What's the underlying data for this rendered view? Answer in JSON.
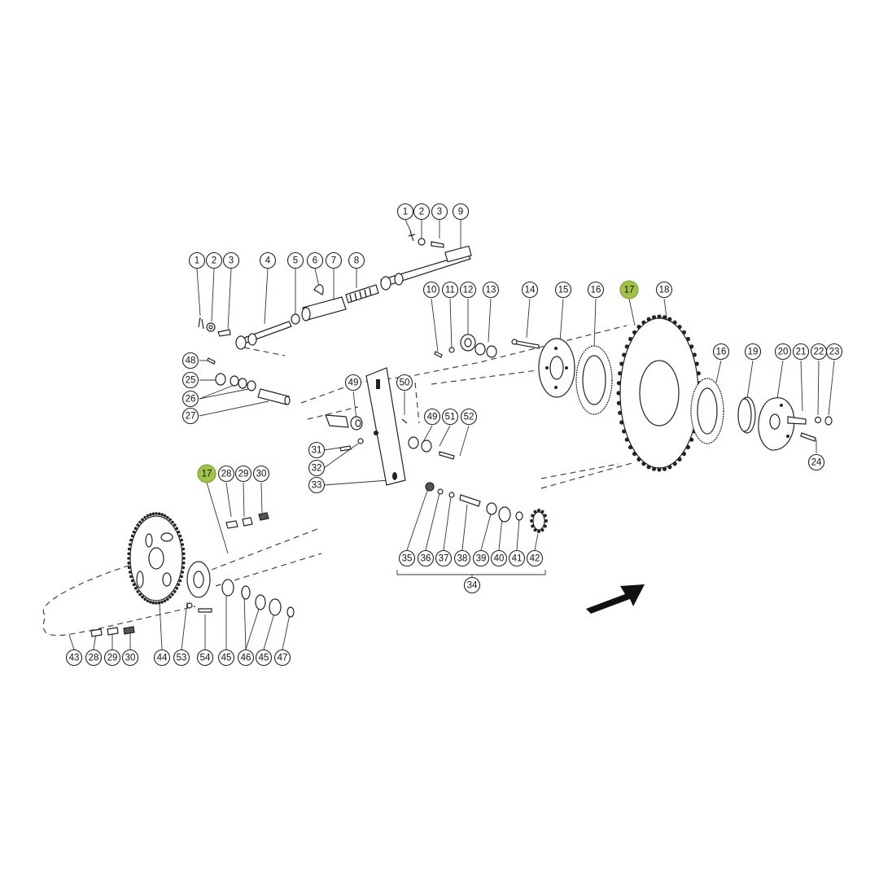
{
  "callouts": [
    {
      "id": "c1a",
      "label": "1",
      "highlight": false
    },
    {
      "id": "c2a",
      "label": "2",
      "highlight": false
    },
    {
      "id": "c3a",
      "label": "3",
      "highlight": false
    },
    {
      "id": "c9",
      "label": "9",
      "highlight": false
    },
    {
      "id": "c1b",
      "label": "1",
      "highlight": false
    },
    {
      "id": "c2b",
      "label": "2",
      "highlight": false
    },
    {
      "id": "c3b",
      "label": "3",
      "highlight": false
    },
    {
      "id": "c4",
      "label": "4",
      "highlight": false
    },
    {
      "id": "c5",
      "label": "5",
      "highlight": false
    },
    {
      "id": "c6",
      "label": "6",
      "highlight": false
    },
    {
      "id": "c7",
      "label": "7",
      "highlight": false
    },
    {
      "id": "c8",
      "label": "8",
      "highlight": false
    },
    {
      "id": "c10",
      "label": "10",
      "highlight": false
    },
    {
      "id": "c11",
      "label": "11",
      "highlight": false
    },
    {
      "id": "c12",
      "label": "12",
      "highlight": false
    },
    {
      "id": "c13",
      "label": "13",
      "highlight": false
    },
    {
      "id": "c14",
      "label": "14",
      "highlight": false
    },
    {
      "id": "c15",
      "label": "15",
      "highlight": false
    },
    {
      "id": "c16a",
      "label": "16",
      "highlight": false
    },
    {
      "id": "c17a",
      "label": "17",
      "highlight": true
    },
    {
      "id": "c18",
      "label": "18",
      "highlight": false
    },
    {
      "id": "c16b",
      "label": "16",
      "highlight": false
    },
    {
      "id": "c19",
      "label": "19",
      "highlight": false
    },
    {
      "id": "c20",
      "label": "20",
      "highlight": false
    },
    {
      "id": "c21",
      "label": "21",
      "highlight": false
    },
    {
      "id": "c22",
      "label": "22",
      "highlight": false
    },
    {
      "id": "c23",
      "label": "23",
      "highlight": false
    },
    {
      "id": "c24",
      "label": "24",
      "highlight": false
    },
    {
      "id": "c48",
      "label": "48",
      "highlight": false
    },
    {
      "id": "c25",
      "label": "25",
      "highlight": false
    },
    {
      "id": "c26",
      "label": "26",
      "highlight": false
    },
    {
      "id": "c27",
      "label": "27",
      "highlight": false
    },
    {
      "id": "c49a",
      "label": "49",
      "highlight": false
    },
    {
      "id": "c50",
      "label": "50",
      "highlight": false
    },
    {
      "id": "c49b",
      "label": "49",
      "highlight": false
    },
    {
      "id": "c51",
      "label": "51",
      "highlight": false
    },
    {
      "id": "c52",
      "label": "52",
      "highlight": false
    },
    {
      "id": "c31",
      "label": "31",
      "highlight": false
    },
    {
      "id": "c32",
      "label": "32",
      "highlight": false
    },
    {
      "id": "c33",
      "label": "33",
      "highlight": false
    },
    {
      "id": "c17b",
      "label": "17",
      "highlight": true
    },
    {
      "id": "c28a",
      "label": "28",
      "highlight": false
    },
    {
      "id": "c29a",
      "label": "29",
      "highlight": false
    },
    {
      "id": "c30a",
      "label": "30",
      "highlight": false
    },
    {
      "id": "c35",
      "label": "35",
      "highlight": false
    },
    {
      "id": "c36",
      "label": "36",
      "highlight": false
    },
    {
      "id": "c37",
      "label": "37",
      "highlight": false
    },
    {
      "id": "c38",
      "label": "38",
      "highlight": false
    },
    {
      "id": "c39",
      "label": "39",
      "highlight": false
    },
    {
      "id": "c40",
      "label": "40",
      "highlight": false
    },
    {
      "id": "c41",
      "label": "41",
      "highlight": false
    },
    {
      "id": "c42",
      "label": "42",
      "highlight": false
    },
    {
      "id": "c34",
      "label": "34",
      "highlight": false
    },
    {
      "id": "c43",
      "label": "43",
      "highlight": false
    },
    {
      "id": "c28b",
      "label": "28",
      "highlight": false
    },
    {
      "id": "c29b",
      "label": "29",
      "highlight": false
    },
    {
      "id": "c30b",
      "label": "30",
      "highlight": false
    },
    {
      "id": "c44",
      "label": "44",
      "highlight": false
    },
    {
      "id": "c53",
      "label": "53",
      "highlight": false
    },
    {
      "id": "c54",
      "label": "54",
      "highlight": false
    },
    {
      "id": "c45a",
      "label": "45",
      "highlight": false
    },
    {
      "id": "c46",
      "label": "46",
      "highlight": false
    },
    {
      "id": "c45b",
      "label": "45",
      "highlight": false
    },
    {
      "id": "c47",
      "label": "47",
      "highlight": false
    }
  ],
  "colors": {
    "highlight": "#9fc24a",
    "line": "#222222",
    "background": "#ffffff"
  },
  "icons": {
    "direction": "arrow-up-right-icon"
  }
}
